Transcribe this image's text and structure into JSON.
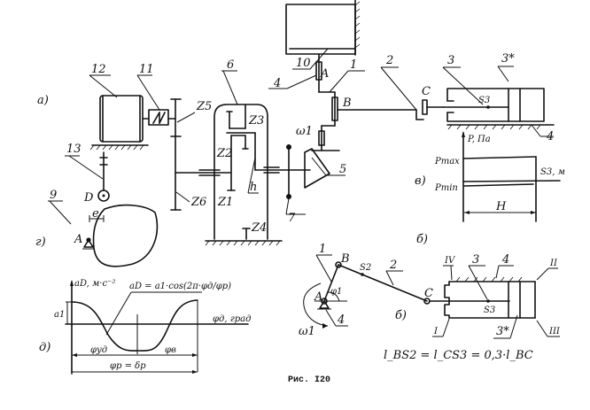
{
  "figure": {
    "caption": "Рис. I20",
    "panels": {
      "a": "а)",
      "b": "б)",
      "b2": "б)",
      "v": "в)",
      "g": "г)",
      "d": "д)"
    }
  },
  "scheme_a": {
    "part_labels": {
      "p1": "1",
      "p2": "2",
      "p3": "3",
      "p3s": "3*",
      "p4": "4",
      "p4b": "4",
      "p5": "5",
      "p6": "6",
      "p7": "7",
      "p9": "9",
      "p10": "10",
      "p11": "11",
      "p12": "12",
      "p13": "13",
      "h": "h"
    },
    "gears": {
      "z1": "Z1",
      "z2": "Z2",
      "z3": "Z3",
      "z4": "Z4",
      "z5": "Z5",
      "z6": "Z6"
    },
    "points": {
      "A": "A",
      "B": "B",
      "C": "C",
      "D": "D",
      "A_cam": "A"
    },
    "omega": "ω1",
    "s3": "S3",
    "e": "e"
  },
  "pressure_graph": {
    "y_label": "P, Па",
    "p_max": "Pmax",
    "p_min": "Pmin",
    "x_label": "S3, м",
    "stroke": "H"
  },
  "mechanism_b": {
    "points": {
      "A": "A",
      "B": "B",
      "C": "C"
    },
    "labels": {
      "l1": "1",
      "l2": "2",
      "l3": "3",
      "l4": "4",
      "l4b": "4",
      "l3s": "3*"
    },
    "s2": "S2",
    "s3": "S3",
    "phi": "φ1",
    "omega": "ω1",
    "ports": {
      "I": "I",
      "II": "II",
      "III": "III",
      "IV": "IV"
    },
    "relation": "l_BS2 = l_CS3 = 0,3·l_BC"
  },
  "cam_graph": {
    "y_label": "aD, м·с⁻²",
    "formula": "aD = a1·cos(2π·φд/φр)",
    "amplitude": "a1",
    "x_label": "φд, град",
    "phi_ud": "φуд",
    "phi_v": "φв",
    "phi_total": "φр = δр"
  }
}
